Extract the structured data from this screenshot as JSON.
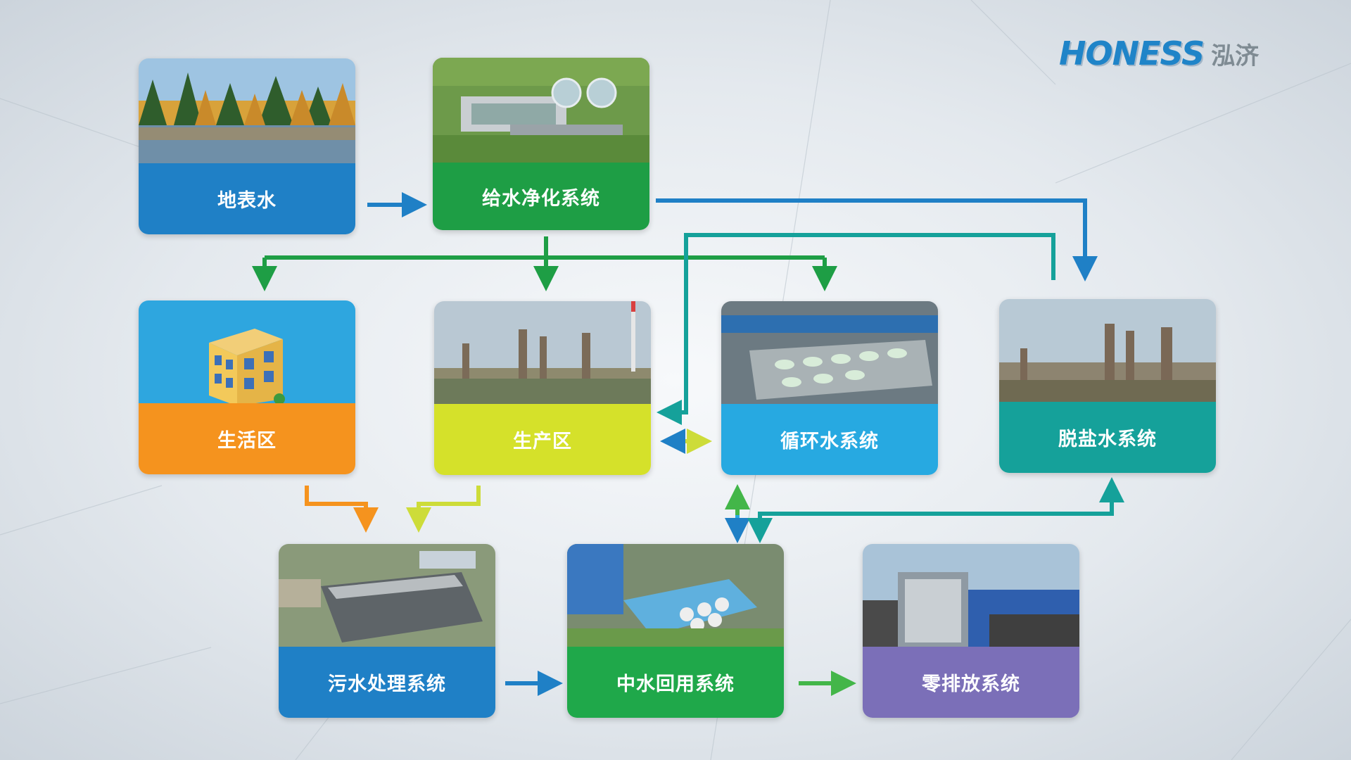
{
  "logo": {
    "en": "HONESS",
    "cn": "泓济",
    "icon": "green-leaf-icon"
  },
  "nodes": {
    "surface_water": {
      "label": "地表水",
      "color": "#1f80c6"
    },
    "water_purification": {
      "label": "给水净化系统",
      "color": "#1e9e45"
    },
    "living_area": {
      "label": "生活区",
      "color": "#f5931e"
    },
    "production_area": {
      "label": "生产区",
      "color": "#d5e12a"
    },
    "circulating_water": {
      "label": "循环水系统",
      "color": "#27a9e1"
    },
    "desalinated_water": {
      "label": "脱盐水系统",
      "color": "#15a19a"
    },
    "sewage_treatment": {
      "label": "污水处理系统",
      "color": "#1f80c6"
    },
    "reclaimed_water": {
      "label": "中水回用系统",
      "color": "#1fa84a"
    },
    "zero_discharge": {
      "label": "零排放系统",
      "color": "#7b6fb8"
    }
  },
  "arrow_colors": {
    "blue": "#1f80c6",
    "green": "#1e9e45",
    "teal": "#15a19a",
    "orange": "#f5931e",
    "lime": "#cddc39",
    "light_green": "#43b649"
  }
}
